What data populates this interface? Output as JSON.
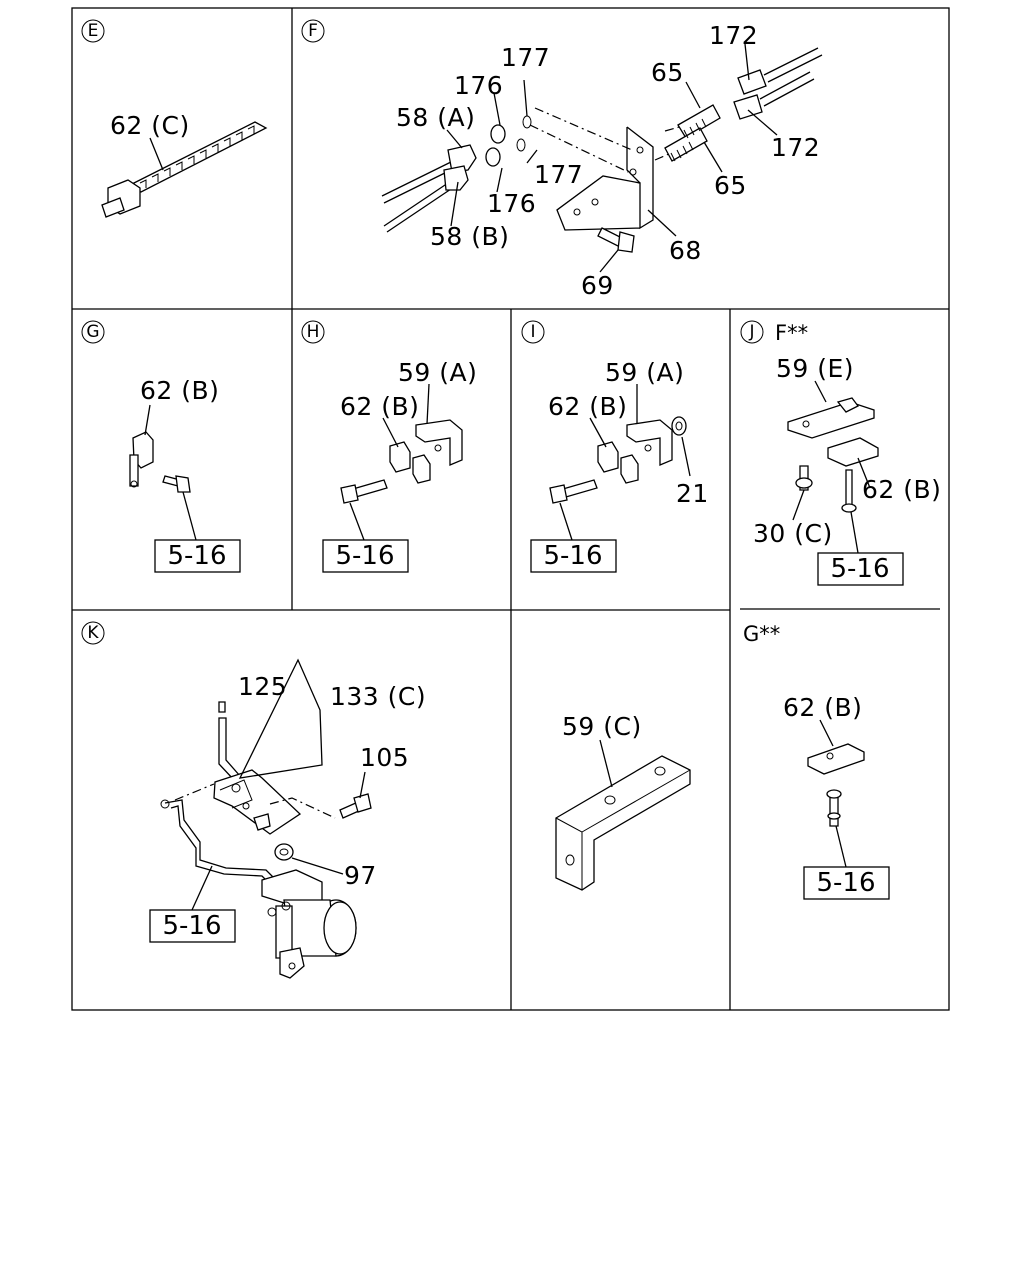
{
  "panels": {
    "E": {
      "id": "E",
      "callouts": [
        "62 (C)"
      ]
    },
    "F": {
      "id": "F",
      "callouts": [
        "177",
        "176",
        "58 (A)",
        "177",
        "176",
        "58 (B)",
        "172",
        "65",
        "172",
        "65",
        "68",
        "69"
      ]
    },
    "G": {
      "id": "G",
      "callouts": [
        "62 (B)"
      ],
      "ref": "5-16"
    },
    "H": {
      "id": "H",
      "callouts": [
        "59 (A)",
        "62 (B)"
      ],
      "ref": "5-16"
    },
    "I": {
      "id": "I",
      "callouts": [
        "59 (A)",
        "62 (B)",
        "21"
      ],
      "ref": "5-16"
    },
    "J": {
      "id": "J",
      "header": "F**",
      "callouts": [
        "59 (E)",
        "62 (B)",
        "30 (C)"
      ],
      "ref": "5-16",
      "sub_header": "G**",
      "sub_callouts": [
        "62 (B)"
      ],
      "sub_ref": "5-16"
    },
    "K": {
      "id": "K",
      "callouts": [
        "125",
        "133 (C)",
        "105",
        "97"
      ],
      "ref": "5-16"
    },
    "blank": {
      "callouts": [
        "59 (C)"
      ]
    }
  }
}
